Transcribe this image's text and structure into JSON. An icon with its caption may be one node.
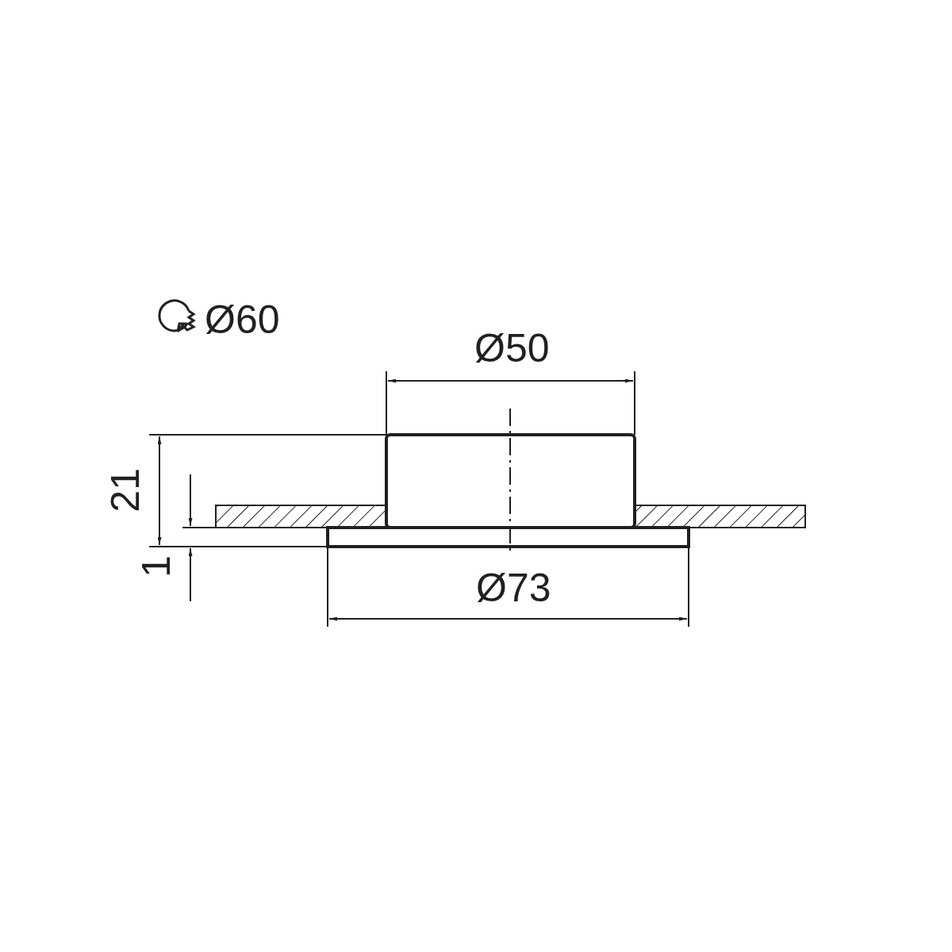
{
  "diagram": {
    "labels": [
      "Ø60",
      "Ø50",
      "21",
      "1",
      "Ø73"
    ]
  }
}
